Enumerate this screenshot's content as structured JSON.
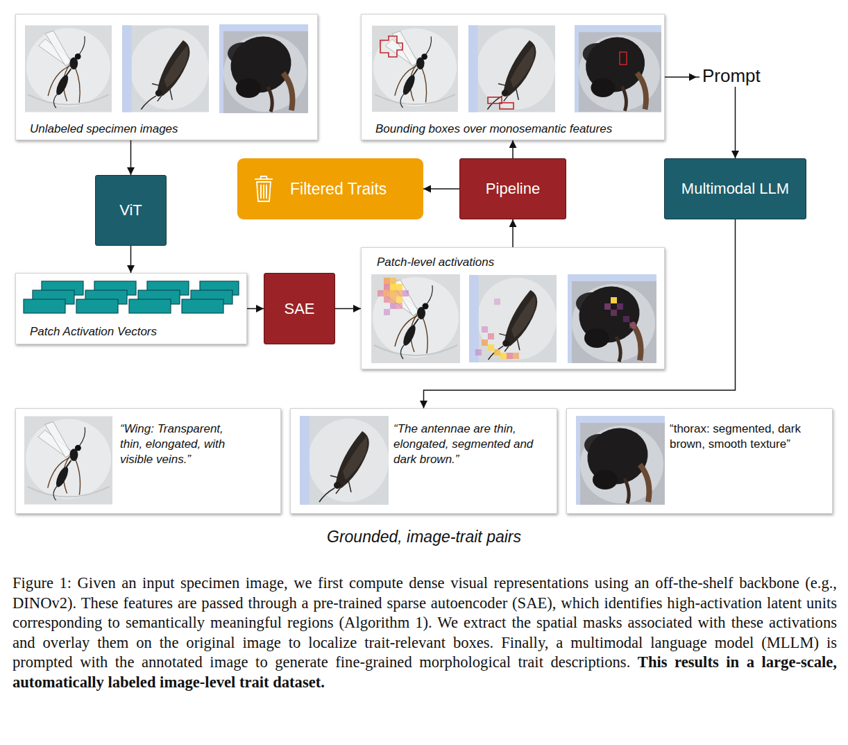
{
  "diagram": {
    "caption": "Figure 1: Given an input specimen image, we first compute dense visual representations using an off-the-shelf backbone (e.g., DINOv2). These features are passed through a pre-trained sparse autoencoder (SAE), which identifies high-activation latent units corresponding to semantically meaningful regions (Algorithm 1). We extract the spatial masks associated with these activations and overlay them on the original image to localize trait-relevant boxes. Finally, a multimodal language model (MLLM) is prompted with the annotated image to generate fine-grained morphological trait descriptions. This results in a large-scale, automatically labeled image-level trait dataset.",
    "nodes": [
      {
        "text": [
          "Unlabeled specimen images"
        ]
      },
      {
        "text": [
          "Bounding boxes over monosemantic features"
        ]
      },
      {
        "text": [
          "ViT"
        ]
      },
      {
        "text": [
          "Filtered Traits"
        ]
      },
      {
        "text": [
          "Pipeline"
        ]
      },
      {
        "text": [
          "Multimodal LLM"
        ]
      },
      {
        "text": [
          "Patch Activation Vectors"
        ]
      },
      {
        "text": [
          "SAE"
        ]
      },
      {
        "text": [
          "Patch-level activations"
        ]
      },
      {
        "text": [
          "“Wing: Transparent, thin, elongated, with visible veins.”"
        ]
      },
      {
        "text": [
          "“The antennae are thin, elongated, segmented and dark brown.”"
        ]
      },
      {
        "text": [
          "“thorax: segmented, dark brown, smooth texture”"
        ]
      }
    ],
    "edges": [
      {
        "from": 0,
        "to": 2,
        "arrow": "to"
      },
      {
        "from": 2,
        "to": 6,
        "arrow": "to"
      },
      {
        "from": 6,
        "to": 7,
        "arrow": "to"
      },
      {
        "from": 7,
        "to": 8,
        "arrow": "to"
      },
      {
        "from": 8,
        "to": 4,
        "arrow": "to"
      },
      {
        "from": 4,
        "to": 1,
        "arrow": "to"
      },
      {
        "from": 4,
        "to": 3,
        "arrow": "to"
      },
      {
        "from": 1,
        "to": 5,
        "label": "Prompt",
        "arrow": "to"
      },
      {
        "from": 5,
        "to": 10,
        "arrow": "to"
      }
    ],
    "labels": [
      "Grounded, image-trait pairs"
    ]
  }
}
